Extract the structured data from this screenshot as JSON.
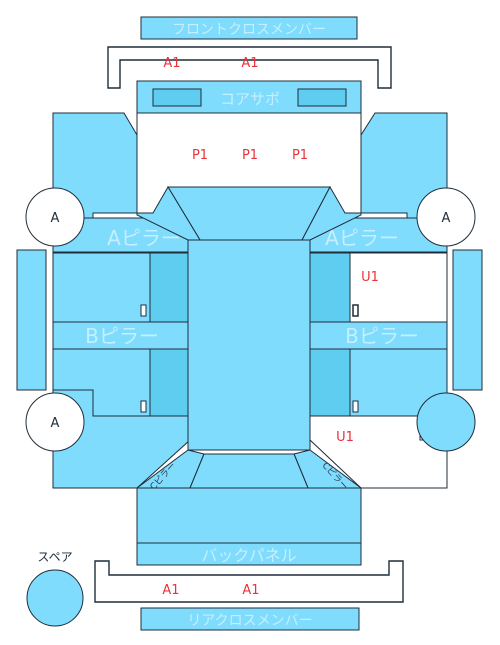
{
  "parts": {
    "front_cross_member": "フロントクロスメンバー",
    "core_support": "コアサポ",
    "a_pillar": "Aピラー",
    "b_pillar": "Bピラー",
    "back_panel": "バックパネル",
    "rear_cross_member": "リアクロスメンバー",
    "center_pillar": "Cピラー",
    "spare": "スペア"
  },
  "wheels": {
    "front_left": "A",
    "front_right": "A",
    "rear_left": "A",
    "rear_right": ""
  },
  "damage_marks": {
    "front_a1": [
      "A1",
      "A1"
    ],
    "core_p1": [
      "P1",
      "P1",
      "P1"
    ],
    "right_u1_front": "U1",
    "right_u1_rear": "U1",
    "rear_a1": [
      "A1",
      "A1"
    ]
  },
  "colors": {
    "part_fill": "#7fdcfd",
    "part_fill_dark": "#5fcdf0",
    "outline": "#1f2d3a",
    "damage_text": "#e8333a"
  }
}
